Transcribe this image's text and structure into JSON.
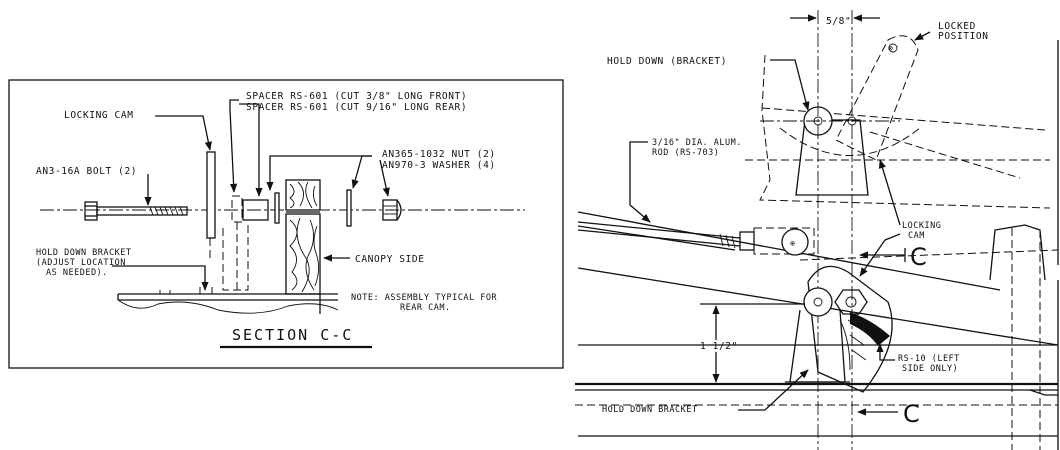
{
  "section_view": {
    "title": "SECTION C-C",
    "labels": {
      "locking_cam": "LOCKING CAM",
      "bolt": "AN3-16A BOLT (2)",
      "spacer_front": "SPACER RS-601 (CUT 3/8\" LONG FRONT)",
      "spacer_rear": "SPACER RS-601 (CUT 9/16\" LONG REAR)",
      "nut": "AN365-1032 NUT (2)",
      "washer": "AN970-3 WASHER (4)",
      "hold_down_line1": "HOLD DOWN BRACKET",
      "hold_down_line2": "(ADJUST LOCATION",
      "hold_down_line3": "AS NEEDED).",
      "canopy_side": "CANOPY SIDE",
      "note_line1": "NOTE: ASSEMBLY TYPICAL FOR",
      "note_line2": "REAR CAM."
    }
  },
  "side_view": {
    "dim_top": "5/8\"",
    "locked_line1": "LOCKED",
    "locked_line2": "POSITION",
    "hold_down_bracket_top": "HOLD DOWN (BRACKET)",
    "rod_line1": "3/16\" DIA. ALUM.",
    "rod_line2": "ROD (RS-703)",
    "locking_line1": "LOCKING",
    "locking_line2": "CAM",
    "section_mark": "C",
    "dim_height": "1 1/2\"",
    "rs10_line1": "RS-10 (LEFT",
    "rs10_line2": "SIDE ONLY)",
    "hold_down_bracket_bottom": "HOLD DOWN BRACKET"
  }
}
